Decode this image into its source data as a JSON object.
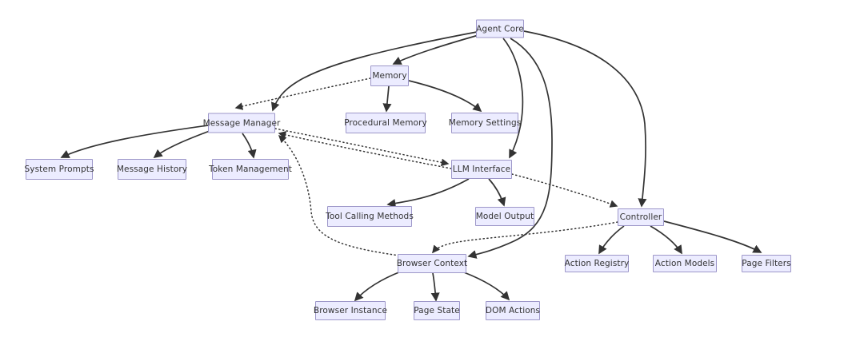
{
  "page": {
    "background_color": "#ffffff",
    "description_label": "Agent architecture flowchart"
  },
  "diagram": {
    "type": "flowchart",
    "colors": {
      "node_fill": "#ECECFF",
      "node_border": "#9d97c9",
      "edge_stroke": "#333333",
      "text": "#333333"
    },
    "nodes": [
      {
        "id": "agent-core",
        "label": "Agent Core"
      },
      {
        "id": "memory",
        "label": "Memory"
      },
      {
        "id": "message-manager",
        "label": "Message Manager"
      },
      {
        "id": "procedural-memory",
        "label": "Procedural Memory"
      },
      {
        "id": "memory-settings",
        "label": "Memory Settings"
      },
      {
        "id": "system-prompts",
        "label": "System Prompts"
      },
      {
        "id": "message-history",
        "label": "Message History"
      },
      {
        "id": "token-management",
        "label": "Token Management"
      },
      {
        "id": "llm-interface",
        "label": "LLM Interface"
      },
      {
        "id": "tool-calling-methods",
        "label": "Tool Calling Methods"
      },
      {
        "id": "model-output",
        "label": "Model Output"
      },
      {
        "id": "controller",
        "label": "Controller"
      },
      {
        "id": "browser-context",
        "label": "Browser Context"
      },
      {
        "id": "action-registry",
        "label": "Action Registry"
      },
      {
        "id": "action-models",
        "label": "Action Models"
      },
      {
        "id": "page-filters",
        "label": "Page Filters"
      },
      {
        "id": "browser-instance",
        "label": "Browser Instance"
      },
      {
        "id": "page-state",
        "label": "Page State"
      },
      {
        "id": "dom-actions",
        "label": "DOM Actions"
      }
    ],
    "edges": [
      {
        "from": "agent-core",
        "to": "memory",
        "style": "solid"
      },
      {
        "from": "agent-core",
        "to": "message-manager",
        "style": "solid"
      },
      {
        "from": "agent-core",
        "to": "llm-interface",
        "style": "solid"
      },
      {
        "from": "agent-core",
        "to": "browser-context",
        "style": "solid"
      },
      {
        "from": "agent-core",
        "to": "controller",
        "style": "solid"
      },
      {
        "from": "memory",
        "to": "procedural-memory",
        "style": "solid"
      },
      {
        "from": "memory",
        "to": "memory-settings",
        "style": "solid"
      },
      {
        "from": "memory",
        "to": "message-manager",
        "style": "dotted"
      },
      {
        "from": "message-manager",
        "to": "system-prompts",
        "style": "solid"
      },
      {
        "from": "message-manager",
        "to": "message-history",
        "style": "solid"
      },
      {
        "from": "message-manager",
        "to": "token-management",
        "style": "solid"
      },
      {
        "from": "message-manager",
        "to": "llm-interface",
        "style": "dotted"
      },
      {
        "from": "llm-interface",
        "to": "message-manager",
        "style": "dotted"
      },
      {
        "from": "llm-interface",
        "to": "tool-calling-methods",
        "style": "solid"
      },
      {
        "from": "llm-interface",
        "to": "model-output",
        "style": "solid"
      },
      {
        "from": "llm-interface",
        "to": "controller",
        "style": "dotted"
      },
      {
        "from": "controller",
        "to": "action-registry",
        "style": "solid"
      },
      {
        "from": "controller",
        "to": "action-models",
        "style": "solid"
      },
      {
        "from": "controller",
        "to": "page-filters",
        "style": "solid"
      },
      {
        "from": "controller",
        "to": "browser-context",
        "style": "dotted"
      },
      {
        "from": "browser-context",
        "to": "browser-instance",
        "style": "solid"
      },
      {
        "from": "browser-context",
        "to": "page-state",
        "style": "solid"
      },
      {
        "from": "browser-context",
        "to": "dom-actions",
        "style": "solid"
      },
      {
        "from": "browser-context",
        "to": "message-manager",
        "style": "dotted"
      }
    ]
  }
}
